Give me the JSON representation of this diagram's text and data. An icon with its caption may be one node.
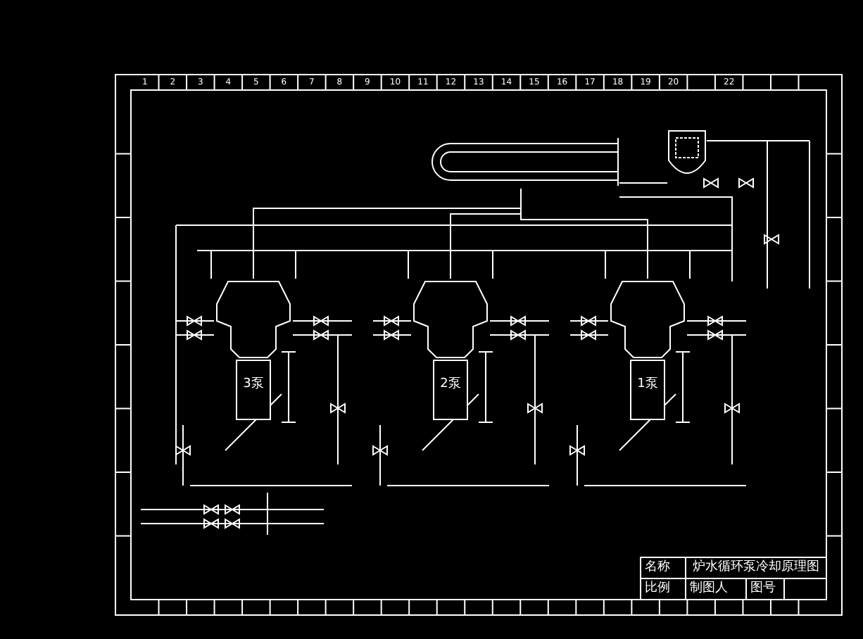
{
  "diagram": {
    "title": "炉水循环泵冷却原理图",
    "nodes": [
      {
        "text": [
          "3泵"
        ]
      },
      {
        "text": [
          "2泵"
        ]
      },
      {
        "text": [
          "1泵"
        ]
      },
      {
        "text": [],
        "shape": "cylinder"
      },
      {
        "text": [],
        "shape": "box"
      }
    ],
    "edges": [
      {
        "from": 3,
        "to": 0,
        "arrow": "none"
      },
      {
        "from": 3,
        "to": 1,
        "arrow": "none"
      },
      {
        "from": 3,
        "to": 2,
        "arrow": "none"
      },
      {
        "from": 4,
        "to": 3,
        "arrow": "none"
      }
    ],
    "labels": [
      "名称",
      "比例",
      "制图人",
      "图号",
      "1",
      "2",
      "3",
      "4",
      "5",
      "6",
      "7",
      "8",
      "9",
      "10",
      "11",
      "12",
      "13",
      "14",
      "15",
      "16",
      "17",
      "18",
      "19",
      "20",
      "22"
    ]
  }
}
